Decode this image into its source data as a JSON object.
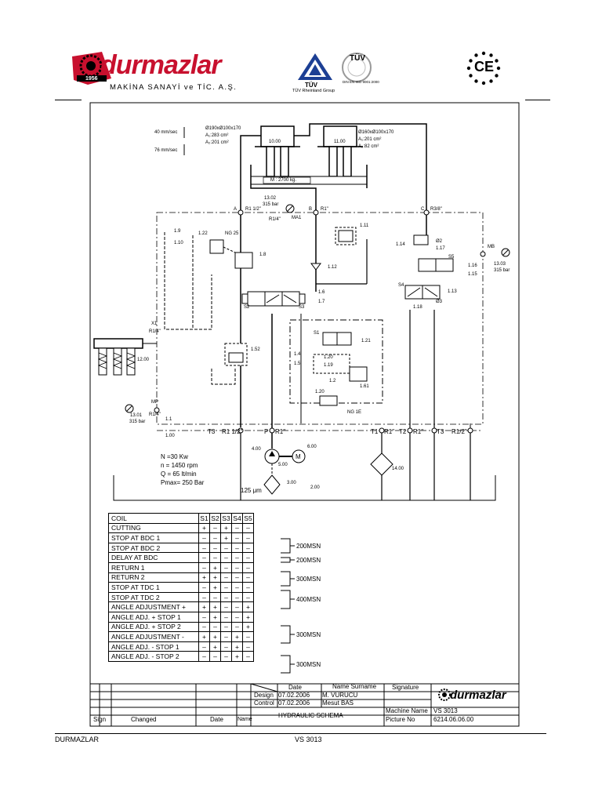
{
  "header": {
    "logo_text": "durmazlar",
    "logo_year": "1956",
    "company_line": "MAKİNA SANAYİ ve TİC. A.Ş.",
    "tuv_text": "TÜV",
    "tuv_group": "TÜV Rheinland Group",
    "tuv_cert": "TÜV",
    "iso_text": "DIN EN ISO 9001:2000",
    "ce_mark": "CE"
  },
  "schematic": {
    "speed1": "40 mm/sec",
    "speed2": "76 mm/sec",
    "cyl1_spec": "Ø190xØ100x170",
    "cyl1_a1": "A₁:283 cm²",
    "cyl1_a2": "A₂:201 cm²",
    "cyl1_no": "10.00",
    "cyl2_spec": "Ø160xØ100x170",
    "cyl2_a1": "A₁:201 cm²",
    "cyl2_a2": "A₂:82 cm²",
    "cyl2_no": "11.00",
    "mass": "M : 2700 kg.",
    "gauge1_no": "13.02",
    "gauge1_bar": "315 bar",
    "gauge2_no": "13.03",
    "gauge2_bar": "315 bar",
    "gauge3_no": "13.01",
    "gauge3_bar": "315 bar",
    "port_a": "A",
    "port_r112": "R1 1/2\"",
    "port_b": "B",
    "port_r1": "R1\"",
    "port_c": "C",
    "port_r38": "R3/8\"",
    "port_r14": "R1/4\"",
    "ma1": "MA1",
    "mb": "MB",
    "mp": "MP",
    "r14_b": "R1/4\"",
    "r14_c": "R1/4\"",
    "x1": "X1",
    "ng25": "NG 25",
    "ng1e": "NG 1E",
    "s1": "S1",
    "s2": "S2",
    "s3": "S3",
    "s4": "S4",
    "s5": "S5",
    "phi2": "Ø2",
    "phi3": "Ø3",
    "p_label": "P",
    "t_label": "T",
    "comp_19": "1.9",
    "comp_110": "1.10",
    "comp_122": "1.22",
    "comp_18": "1.8",
    "comp_111": "1.11",
    "comp_112": "1.12",
    "comp_16": "1.6",
    "comp_17": "1.7",
    "comp_114": "1.14",
    "comp_117": "1.17",
    "comp_116": "1.16",
    "comp_115": "1.15",
    "comp_113": "1.13",
    "comp_118": "1.18",
    "comp_152": "1.52",
    "comp_121": "1.21",
    "comp_14": "1.4",
    "comp_15": "1.5",
    "comp_120": "1.20",
    "comp_119": "1.19",
    "comp_161": "1.61",
    "comp_120b": "1.20",
    "comp_12": "1.2",
    "comp_11": "1.1",
    "comp_100": "1.00",
    "comp_1200": "12.00",
    "comp_400": "4.00",
    "comp_500": "5.00",
    "comp_600": "6.00",
    "comp_300": "3.00",
    "comp_200": "2.00",
    "comp_1400": "14.00",
    "bottom_t3a": "T3",
    "bottom_r112": "R1 1/2\"",
    "bottom_p": "P",
    "bottom_r1": "R1\"",
    "bottom_t1": "T1",
    "bottom_r1b": "R1\"",
    "bottom_t2": "T2",
    "bottom_r1c": "R1\"",
    "bottom_t3b": "T3",
    "bottom_r12": "R1/2\"",
    "motor_n": "N   =30 Kw",
    "motor_rpm": "n   = 1450 rpm",
    "motor_q": "Q   = 65 lt/min",
    "motor_pmax": "Pmax= 250 Bar",
    "filter": "125 μm",
    "m_label": "M"
  },
  "coil_table": {
    "headers": [
      "COIL",
      "S1",
      "S2",
      "S3",
      "S4",
      "S5"
    ],
    "rows": [
      [
        "CUTTING",
        "+",
        "–",
        "+",
        "–",
        "–"
      ],
      [
        "STOP AT BDC 1",
        "–",
        "–",
        "+",
        "–",
        "–"
      ],
      [
        "STOP AT BDC 2",
        "–",
        "–",
        "–",
        "–",
        "–"
      ],
      [
        "DELAY AT BDC",
        "–",
        "–",
        "–",
        "–",
        "–"
      ],
      [
        "RETURN 1",
        "–",
        "+",
        "–",
        "–",
        "–"
      ],
      [
        "RETURN 2",
        "+",
        "+",
        "–",
        "–",
        "–"
      ],
      [
        "STOP AT TDC 1",
        "–",
        "+",
        "–",
        "–",
        "–"
      ],
      [
        "STOP AT TDC 2",
        "–",
        "–",
        "–",
        "–",
        "–"
      ],
      [
        "ANGLE ADJUSTMENT +",
        "+",
        "+",
        "–",
        "–",
        "+"
      ],
      [
        "ANGLE ADJ. + STOP 1",
        "–",
        "+",
        "–",
        "–",
        "+"
      ],
      [
        "ANGLE ADJ. + STOP 2",
        "–",
        "–",
        "–",
        "–",
        "+"
      ],
      [
        "ANGLE ADJUSTMENT -",
        "+",
        "+",
        "–",
        "+",
        "–"
      ],
      [
        "ANGLE ADJ. - STOP 1",
        "–",
        "+",
        "–",
        "+",
        "–"
      ],
      [
        "ANGLE ADJ. - STOP 2",
        "–",
        "–",
        "–",
        "+",
        "–"
      ]
    ],
    "msn1": "200MSN",
    "msn2": "200MSN",
    "msn3": "300MSN",
    "msn4": "400MSN",
    "msn5": "300MSN",
    "msn6": "300MSN"
  },
  "title_block": {
    "date_h": "Date",
    "name_h": "Name Surname",
    "signature_h": "Signature",
    "design": "Design",
    "design_date": "07.02.2006",
    "design_name": "M. VURUCU",
    "control": "Control",
    "control_date": "07.02.2006",
    "control_name": "Mesut BAS",
    "title": "HYDRAULIC SCHEMA",
    "machine_name_l": "Machine Name",
    "machine_name": "VS 3013",
    "picture_no_l": "Picture No",
    "picture_no": "6214.06.06.00",
    "sign": "Sign",
    "changed": "Changed",
    "date2": "Date",
    "name2": "Name",
    "logo": "durmazlar"
  },
  "footer": {
    "left": "DURMAZLAR",
    "center": "VS 3013"
  }
}
